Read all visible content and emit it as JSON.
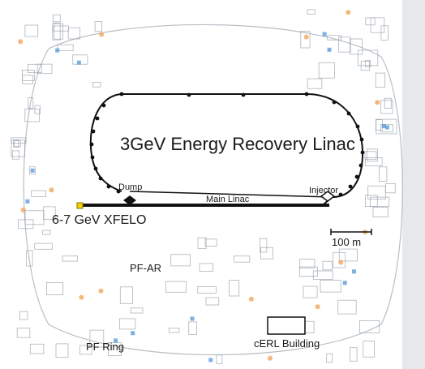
{
  "map": {
    "labels": {
      "erl_title": "3GeV Energy Recovery Linac",
      "xfelo": "6-7 GeV XFELO",
      "dump": "Dump",
      "main_linac": "Main Linac",
      "injector": "Injector",
      "scale": "100 m",
      "pf_ar": "PF-AR",
      "pf_ring": "PF Ring",
      "cerl": "cERL Building"
    },
    "icons": {
      "dump_marker": "filled-diamond-marker",
      "injector_marker": "hollow-diamond-marker",
      "xfelo_marker": "square-marker"
    },
    "colors": {
      "beamline": "#111111",
      "xfelo_marker": "#f0d000",
      "building_lines": "#9aa3ad",
      "facility_dot": "#f0a050",
      "info_marker": "#4a8fd6",
      "background": "#ffffff"
    }
  }
}
